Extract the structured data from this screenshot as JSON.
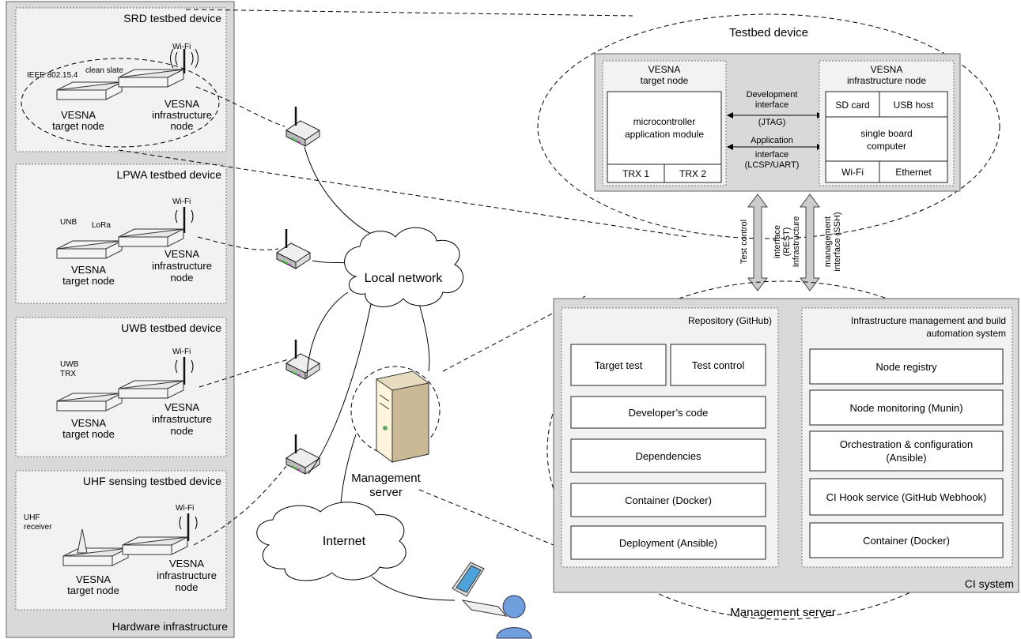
{
  "hardware": {
    "caption": "Hardware infrastructure",
    "devices": [
      {
        "title": "SRD testbed device",
        "radio_a": "IEEE 802.15.4",
        "radio_b": "clean slate",
        "wifi": "Wi-Fi",
        "target_1": "VESNA",
        "target_2": "target node",
        "infra_1": "VESNA",
        "infra_2": "infrastructure",
        "infra_3": "node"
      },
      {
        "title": "LPWA testbed device",
        "radio_a": "UNB",
        "radio_b": "LoRa",
        "wifi": "Wi-Fi",
        "target_1": "VESNA",
        "target_2": "target node",
        "infra_1": "VESNA",
        "infra_2": "infrastructure",
        "infra_3": "node"
      },
      {
        "title": "UWB testbed device",
        "radio_a": "UWB",
        "radio_b": "TRX",
        "wifi": "Wi-Fi",
        "target_1": "VESNA",
        "target_2": "target node",
        "infra_1": "VESNA",
        "infra_2": "infrastructure",
        "infra_3": "node"
      },
      {
        "title": "UHF sensing testbed device",
        "radio_a": "UHF",
        "radio_b": "receiver",
        "wifi": "Wi-Fi",
        "target_1": "VESNA",
        "target_2": "target node",
        "infra_1": "VESNA",
        "infra_2": "infrastructure",
        "infra_3": "node"
      }
    ]
  },
  "network": {
    "local": "Local network",
    "internet": "Internet",
    "server_1": "Management",
    "server_2": "server"
  },
  "testbed_device": {
    "title": "Testbed device",
    "target_title_1": "VESNA",
    "target_title_2": "target node",
    "mcu_1": "microcontroller",
    "mcu_2": "application module",
    "trx1": "TRX 1",
    "trx2": "TRX 2",
    "dev_if_1": "Development",
    "dev_if_2": "interface",
    "dev_if_3": "(JTAG)",
    "app_if_1": "Application",
    "app_if_2": "interface",
    "app_if_3": "(LCSP/UART)",
    "infra_title_1": "VESNA",
    "infra_title_2": "infrastructure node",
    "sd": "SD card",
    "usb": "USB host",
    "sbc_1": "single board",
    "sbc_2": "computer",
    "wifi": "Wi-Fi",
    "eth": "Ethernet"
  },
  "interfaces": {
    "test_1": "Test control",
    "test_2": "interface",
    "test_3": "(REST)",
    "infra_1": "Infrastructure",
    "infra_2": "management",
    "infra_3": "interface (SSH)"
  },
  "ci": {
    "caption": "CI system",
    "outer_caption": "Management server",
    "repo_title": "Repository (GitHub)",
    "target_test": "Target test",
    "test_control": "Test control",
    "repo_items": [
      "Developer’s code",
      "Dependencies",
      "Container (Docker)",
      "Deployment (Ansible)"
    ],
    "infra_title_1": "Infrastructure management and build",
    "infra_title_2": "automation system",
    "node_registry": "Node registry",
    "node_monitoring": "Node monitoring (Munin)",
    "orch_1": "Orchestration & configuration",
    "orch_2": "(Ansible)",
    "ci_hook": "CI Hook service (GitHub Webhook)",
    "container": "Container (Docker)"
  }
}
